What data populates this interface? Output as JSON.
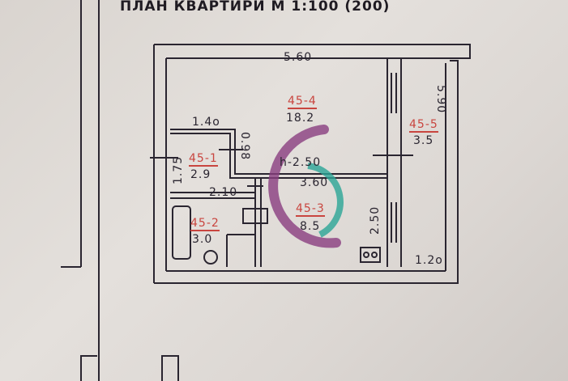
{
  "title": "ПЛАН КВАРТИРИ М 1:100 (200)",
  "ceiling_height": "h-2.50",
  "rooms": [
    {
      "label": "45-4",
      "area": "18.2"
    },
    {
      "label": "45-1",
      "area": "2.9"
    },
    {
      "label": "45-2",
      "area": "3.0"
    },
    {
      "label": "45-3",
      "area": "8.5"
    },
    {
      "label": "45-5",
      "area": "3.5"
    }
  ],
  "dimensions": {
    "top_width": "5.60",
    "corridor_width": "1.4о",
    "wc_width": "0.98",
    "wc_length": "1.75",
    "bath_width": "2.10",
    "kitchen_length": "3.60",
    "kitchen_width": "2.50",
    "balcony_length": "5.90",
    "balcony_width": "1.2о"
  },
  "colors": {
    "line": "#2a2530",
    "label": "#c9453f",
    "logo_purple": "#8a3d80",
    "logo_teal": "#2aa596"
  }
}
